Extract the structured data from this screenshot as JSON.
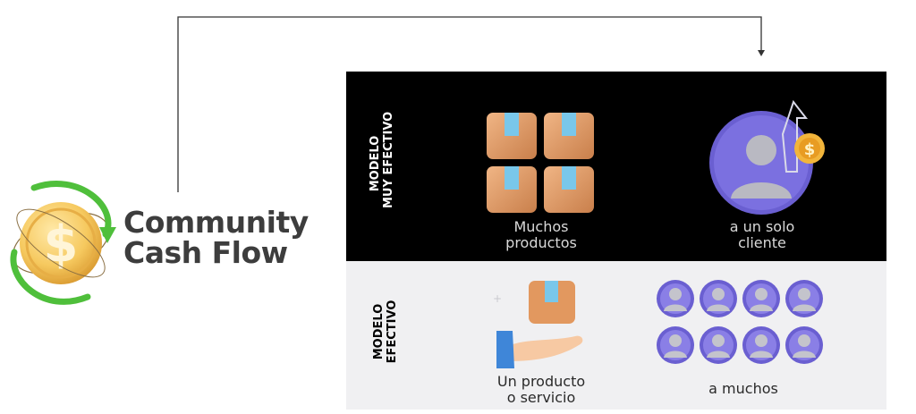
{
  "logo": {
    "line1": "Community",
    "line2": "Cash Flow",
    "icon": "dollar-coin-globe-icon"
  },
  "top_panel": {
    "label_line1": "MODELO",
    "label_line2": "MUY EFECTIVO",
    "left_caption_line1": "Muchos",
    "left_caption_line2": "productos",
    "right_caption_line1": "a un solo",
    "right_caption_line2": "cliente",
    "left_icon": "boxes-icon",
    "right_icon": "customer-avatar-icon",
    "colors": {
      "background": "#000000",
      "avatar": "#6a5fd1",
      "box": "#e7a06d",
      "tape": "#79c7ea",
      "coin": "#f2b53b"
    }
  },
  "bottom_panel": {
    "label_line1": "MODELO",
    "label_line2": "EFECTIVO",
    "left_caption_line1": "Un producto",
    "left_caption_line2": "o servicio",
    "right_caption": "a muchos",
    "left_icon": "hand-with-box-icon",
    "right_icon": "avatars-grid-icon",
    "colors": {
      "background": "#f0f0f2",
      "hand_sleeve": "#3f86d8"
    }
  }
}
